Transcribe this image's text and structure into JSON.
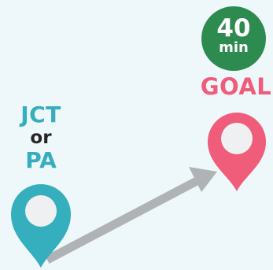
{
  "start": {
    "line1": "JCT",
    "line2": "or",
    "line3": "PA",
    "color": "#35aebd"
  },
  "goal": {
    "label": "GOAL",
    "color": "#ef5d7b"
  },
  "time_badge": {
    "value": "40",
    "unit": "min",
    "color": "#2e8b4f"
  },
  "icons": {
    "start_marker": "map-pin-icon",
    "goal_marker": "map-pin-icon",
    "route": "arrow-icon"
  },
  "colors": {
    "background": "#eef7f9",
    "arrow": "#b0b3b5",
    "pin_inner": "#eef0f2"
  }
}
